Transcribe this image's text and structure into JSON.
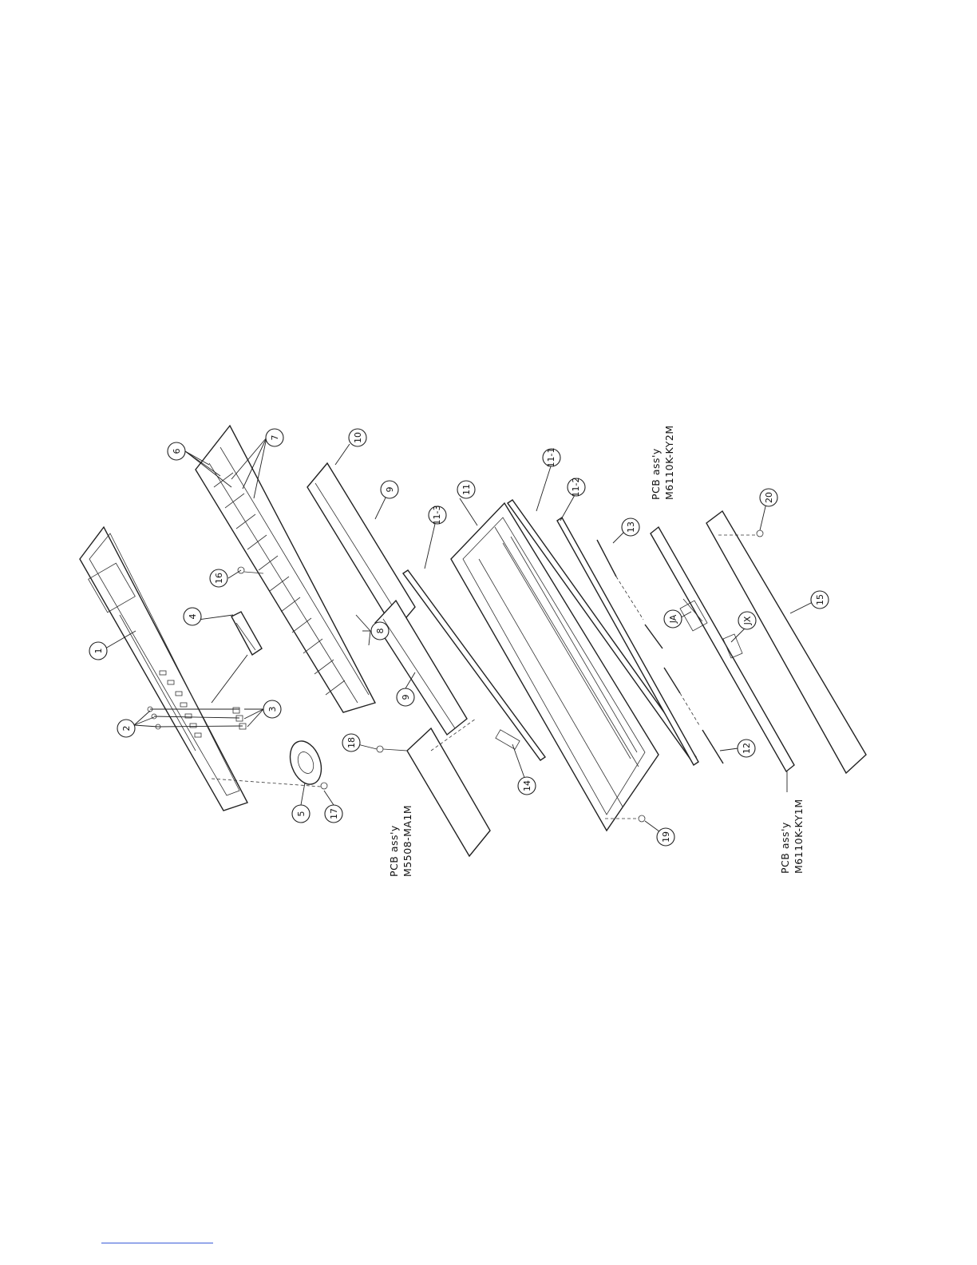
{
  "callouts": {
    "c1": "1",
    "c2": "2",
    "c3": "3",
    "c4": "4",
    "c5": "5",
    "c6": "6",
    "c7": "7",
    "c8": "8",
    "c9a": "9",
    "c9b": "9",
    "c10": "10",
    "c11": "11",
    "c11_1": "11-1",
    "c11_2": "11-2",
    "c11_3": "11-3",
    "c12": "12",
    "c13": "13",
    "c14": "14",
    "c15": "15",
    "c16": "16",
    "c17": "17",
    "c18": "18",
    "c19": "19",
    "c20": "20",
    "cJA": "JA",
    "cJX": "JX"
  },
  "pcb_labels": {
    "ma1m_line1": "PCB ass'y",
    "ma1m_line2": "M5508-MA1M",
    "ky2m_line1": "PCB ass'y",
    "ky2m_line2": "M6110K-KY2M",
    "ky1m_line1": "PCB ass'y",
    "ky1m_line2": "M6110K-KY1M"
  }
}
